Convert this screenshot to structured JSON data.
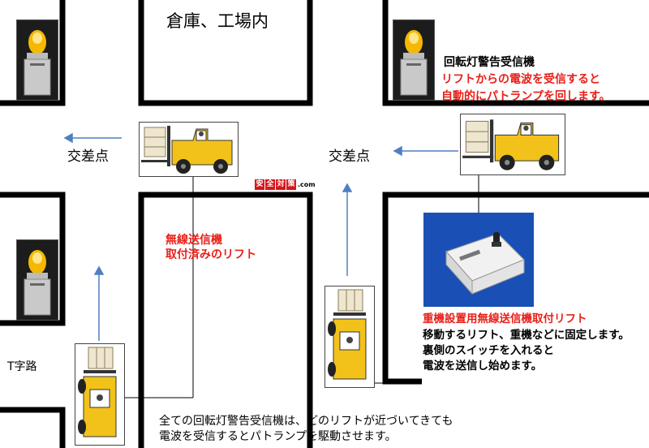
{
  "title": "倉庫、工場内",
  "intersection_left": "交差点",
  "intersection_right": "交差点",
  "t_junction": "T字路",
  "receiver": {
    "line1": "回転灯警告受信機",
    "line2": "リフトからの電波を受信すると",
    "line3": "自動的にパトランプを回します。"
  },
  "lift_note": {
    "line1": "無線送信機",
    "line2": "取付済みのリフト"
  },
  "transmitter": {
    "heading": "重機設置用無線送信機取付リフト",
    "line1": "移動するリフト、重機などに固定します。",
    "line2": "裏側のスイッチを入れると",
    "line3": "電波を送信し始めます。"
  },
  "bottom_note": {
    "line1": "全ての回転灯警告受信機は、どのリフトが近づいてきても",
    "line2": "電波を受信するとパトランプを駆動させます。"
  },
  "logo": {
    "chars": [
      "安",
      "全",
      "対",
      "策"
    ],
    "domain": ".com"
  },
  "colors": {
    "red_text": "#e8201a",
    "arrow_blue": "#4f7fc2",
    "forklift_yellow": "#f2c21b",
    "logo_red": "#d7161b"
  }
}
